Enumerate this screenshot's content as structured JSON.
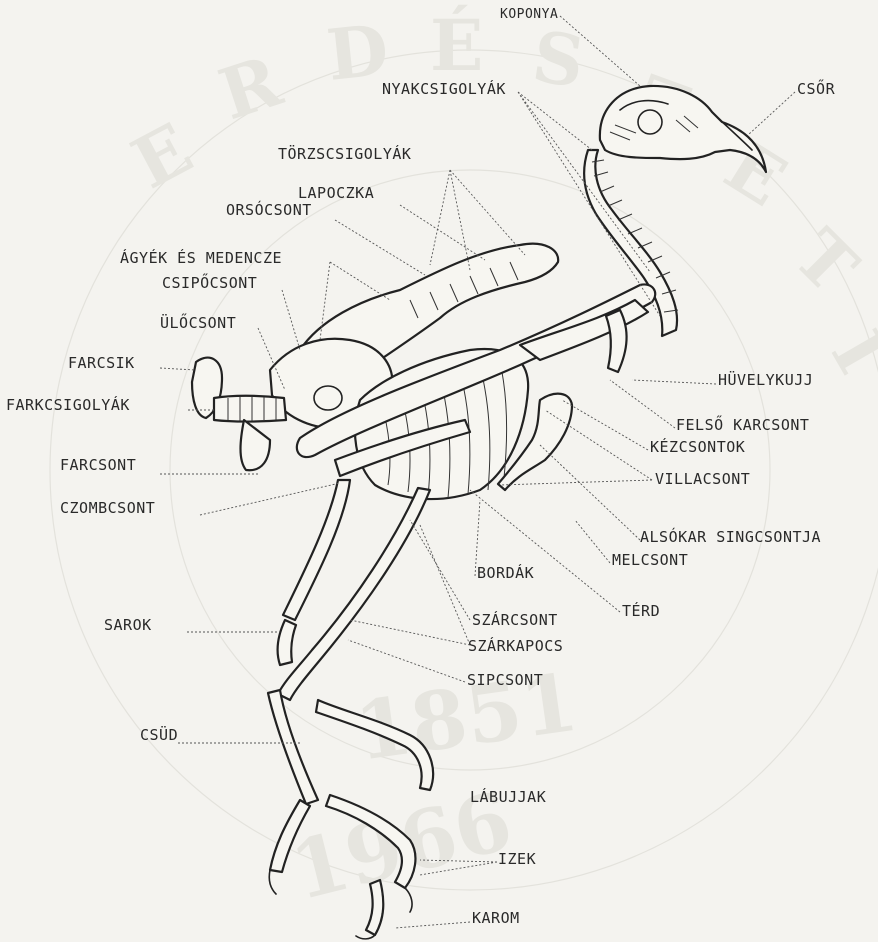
{
  "watermark": {
    "letters": [
      "E",
      "R",
      "D",
      "É",
      "S",
      "Z",
      "E",
      "T",
      "I"
    ],
    "year_left": "1851",
    "year_right": "1966"
  },
  "labels": {
    "koponya": "KOPONYA",
    "csor": "CSŐR",
    "nyakcsigolyak": "NYAKCSIGOLYÁK",
    "torzscsigolyak": "TÖRZSCSIGOLYÁK",
    "lapoczka": "LAPOCZKA",
    "orsocsont": "ORSÓCSONT",
    "agyek": "ÁGYÉK ÉS MEDENCZE",
    "csipocsont": "CSIPŐCSONT",
    "ulocsont": "ÜLŐCSONT",
    "farcsik": "FARCSIK",
    "farkcsigolyak": "FARKCSIGOLYÁK",
    "farcsont": "FARCSONT",
    "czombcsont": "CZOMBCSONT",
    "sarok": "SAROK",
    "csud": "CSÜD",
    "hüvelykujj": "HÜVELYKUJJ",
    "felso_karcsont": "FELSŐ KARCSONT",
    "kezcsontok": "KÉZCSONTOK",
    "villacsont": "VILLACSONT",
    "alsokar": "ALSÓKAR SINGCSONTJA",
    "melcsont": "MELCSONT",
    "bordak": "BORDÁK",
    "terd": "TÉRD",
    "szarcsont": "SZÁRCSONT",
    "szarkapocs": "SZÁRKAPOCS",
    "sipcsont": "SIPCSONT",
    "labujjak": "LÁBUJJAK",
    "izek": "IZEK",
    "karom": "KAROM"
  }
}
